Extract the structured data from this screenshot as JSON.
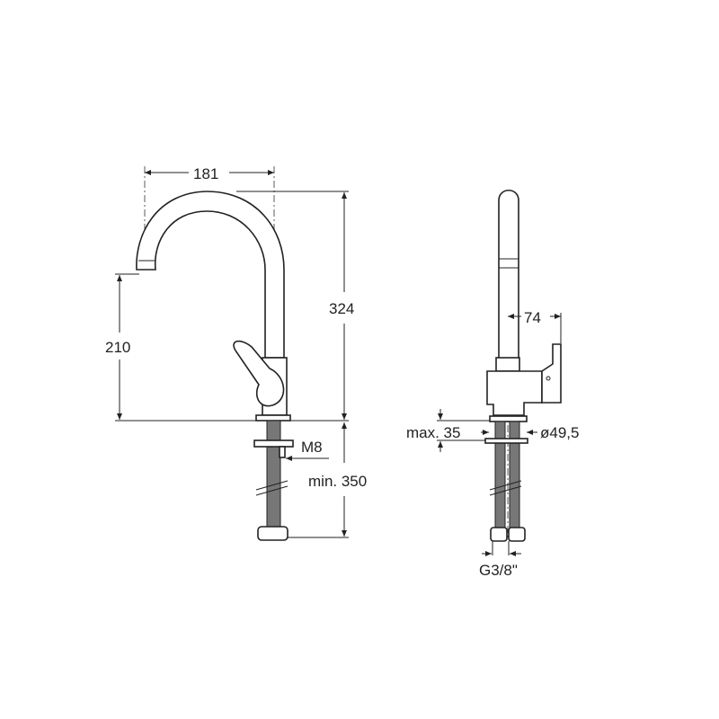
{
  "front_view": {
    "dim_reach": "181",
    "dim_total_height": "324",
    "dim_spout_height": "210",
    "dim_thread": "M8",
    "dim_hose_length": "min. 350"
  },
  "side_view": {
    "dim_lever": "74",
    "dim_max_thickness": "max. 35",
    "dim_hole_diameter": "ø49,5",
    "dim_connection": "G3/8\""
  },
  "colors": {
    "line": "#222222",
    "background": "#ffffff"
  }
}
